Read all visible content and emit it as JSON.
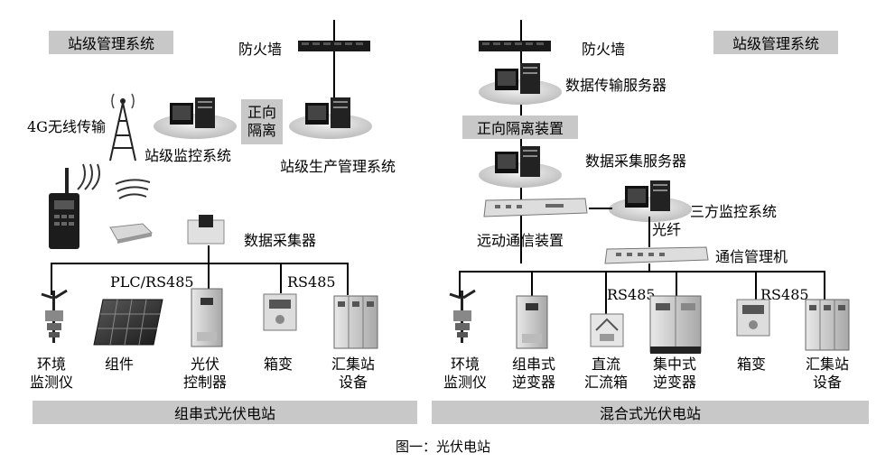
{
  "left": {
    "section_label": "站级管理系统",
    "firewall": "防火墙",
    "isolation_line1": "正向",
    "isolation_line2": "隔离",
    "wireless": "4G无线传输",
    "station_monitor": "站级监控系统",
    "production_mgmt": "站级生产管理系统",
    "collector": "数据采集器",
    "bus_label_plc": "PLC/RS485",
    "bus_label_rs485": "RS485",
    "devices": [
      {
        "line1": "环境",
        "line2": "监测仪"
      },
      {
        "line1": "组件",
        "line2": ""
      },
      {
        "line1": "光伏",
        "line2": "控制器"
      },
      {
        "line1": "箱变",
        "line2": ""
      },
      {
        "line1": "汇集站",
        "line2": "设备"
      }
    ],
    "station_title": "组串式光伏电站"
  },
  "right": {
    "section_label": "站级管理系统",
    "firewall": "防火墙",
    "transfer_server": "数据传输服务器",
    "isolation_device": "正向隔离装置",
    "collect_server": "数据采集服务器",
    "third_party": "三方监控系统",
    "remote_device": "远动通信装置",
    "fiber": "光纤",
    "comm_manager": "通信管理机",
    "bus_label_rs485_a": "RS485",
    "bus_label_rs485_b": "RS485",
    "devices": [
      {
        "line1": "环境",
        "line2": "监测仪"
      },
      {
        "line1": "组串式",
        "line2": "逆变器"
      },
      {
        "line1": "直流",
        "line2": "汇流箱"
      },
      {
        "line1": "集中式",
        "line2": "逆变器"
      },
      {
        "line1": "箱变",
        "line2": ""
      },
      {
        "line1": "汇集站",
        "line2": "设备"
      }
    ],
    "station_title": "混合式光伏电站"
  },
  "caption": "图一：光伏电站"
}
